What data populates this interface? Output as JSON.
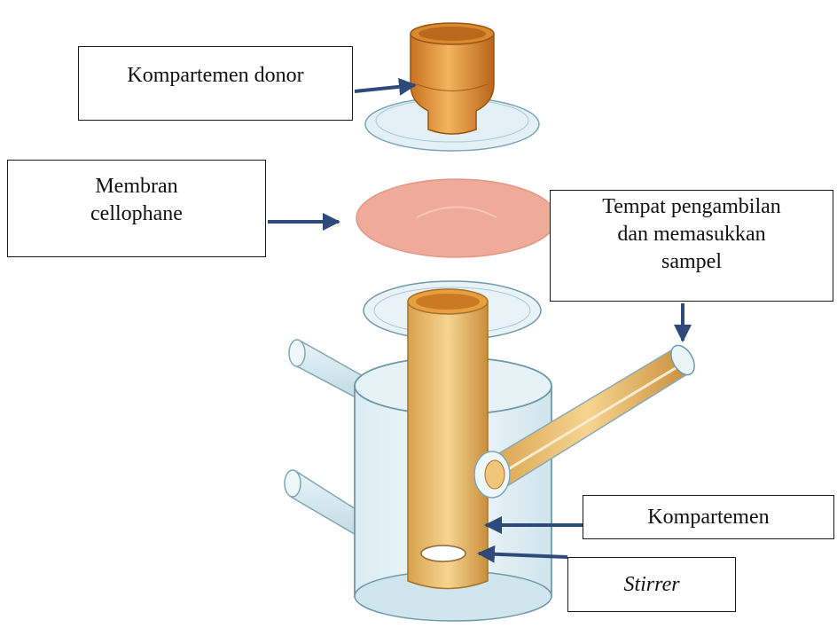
{
  "labels": {
    "donor": "Kompartemen donor",
    "membran_line1": "Membran",
    "membran_line2": "cellophane",
    "tempat_line1": "Tempat pengambilan",
    "tempat_line2": "dan memasukkan",
    "tempat_line3": "sampel",
    "kompartemen": "Kompartemen",
    "stirrer": "Stirrer"
  },
  "colors": {
    "arrow": "#2e4a7a",
    "tube_orange": "#e39a3a",
    "membrane_pink": "#efaa9a",
    "glass": "#cfe6ee"
  }
}
